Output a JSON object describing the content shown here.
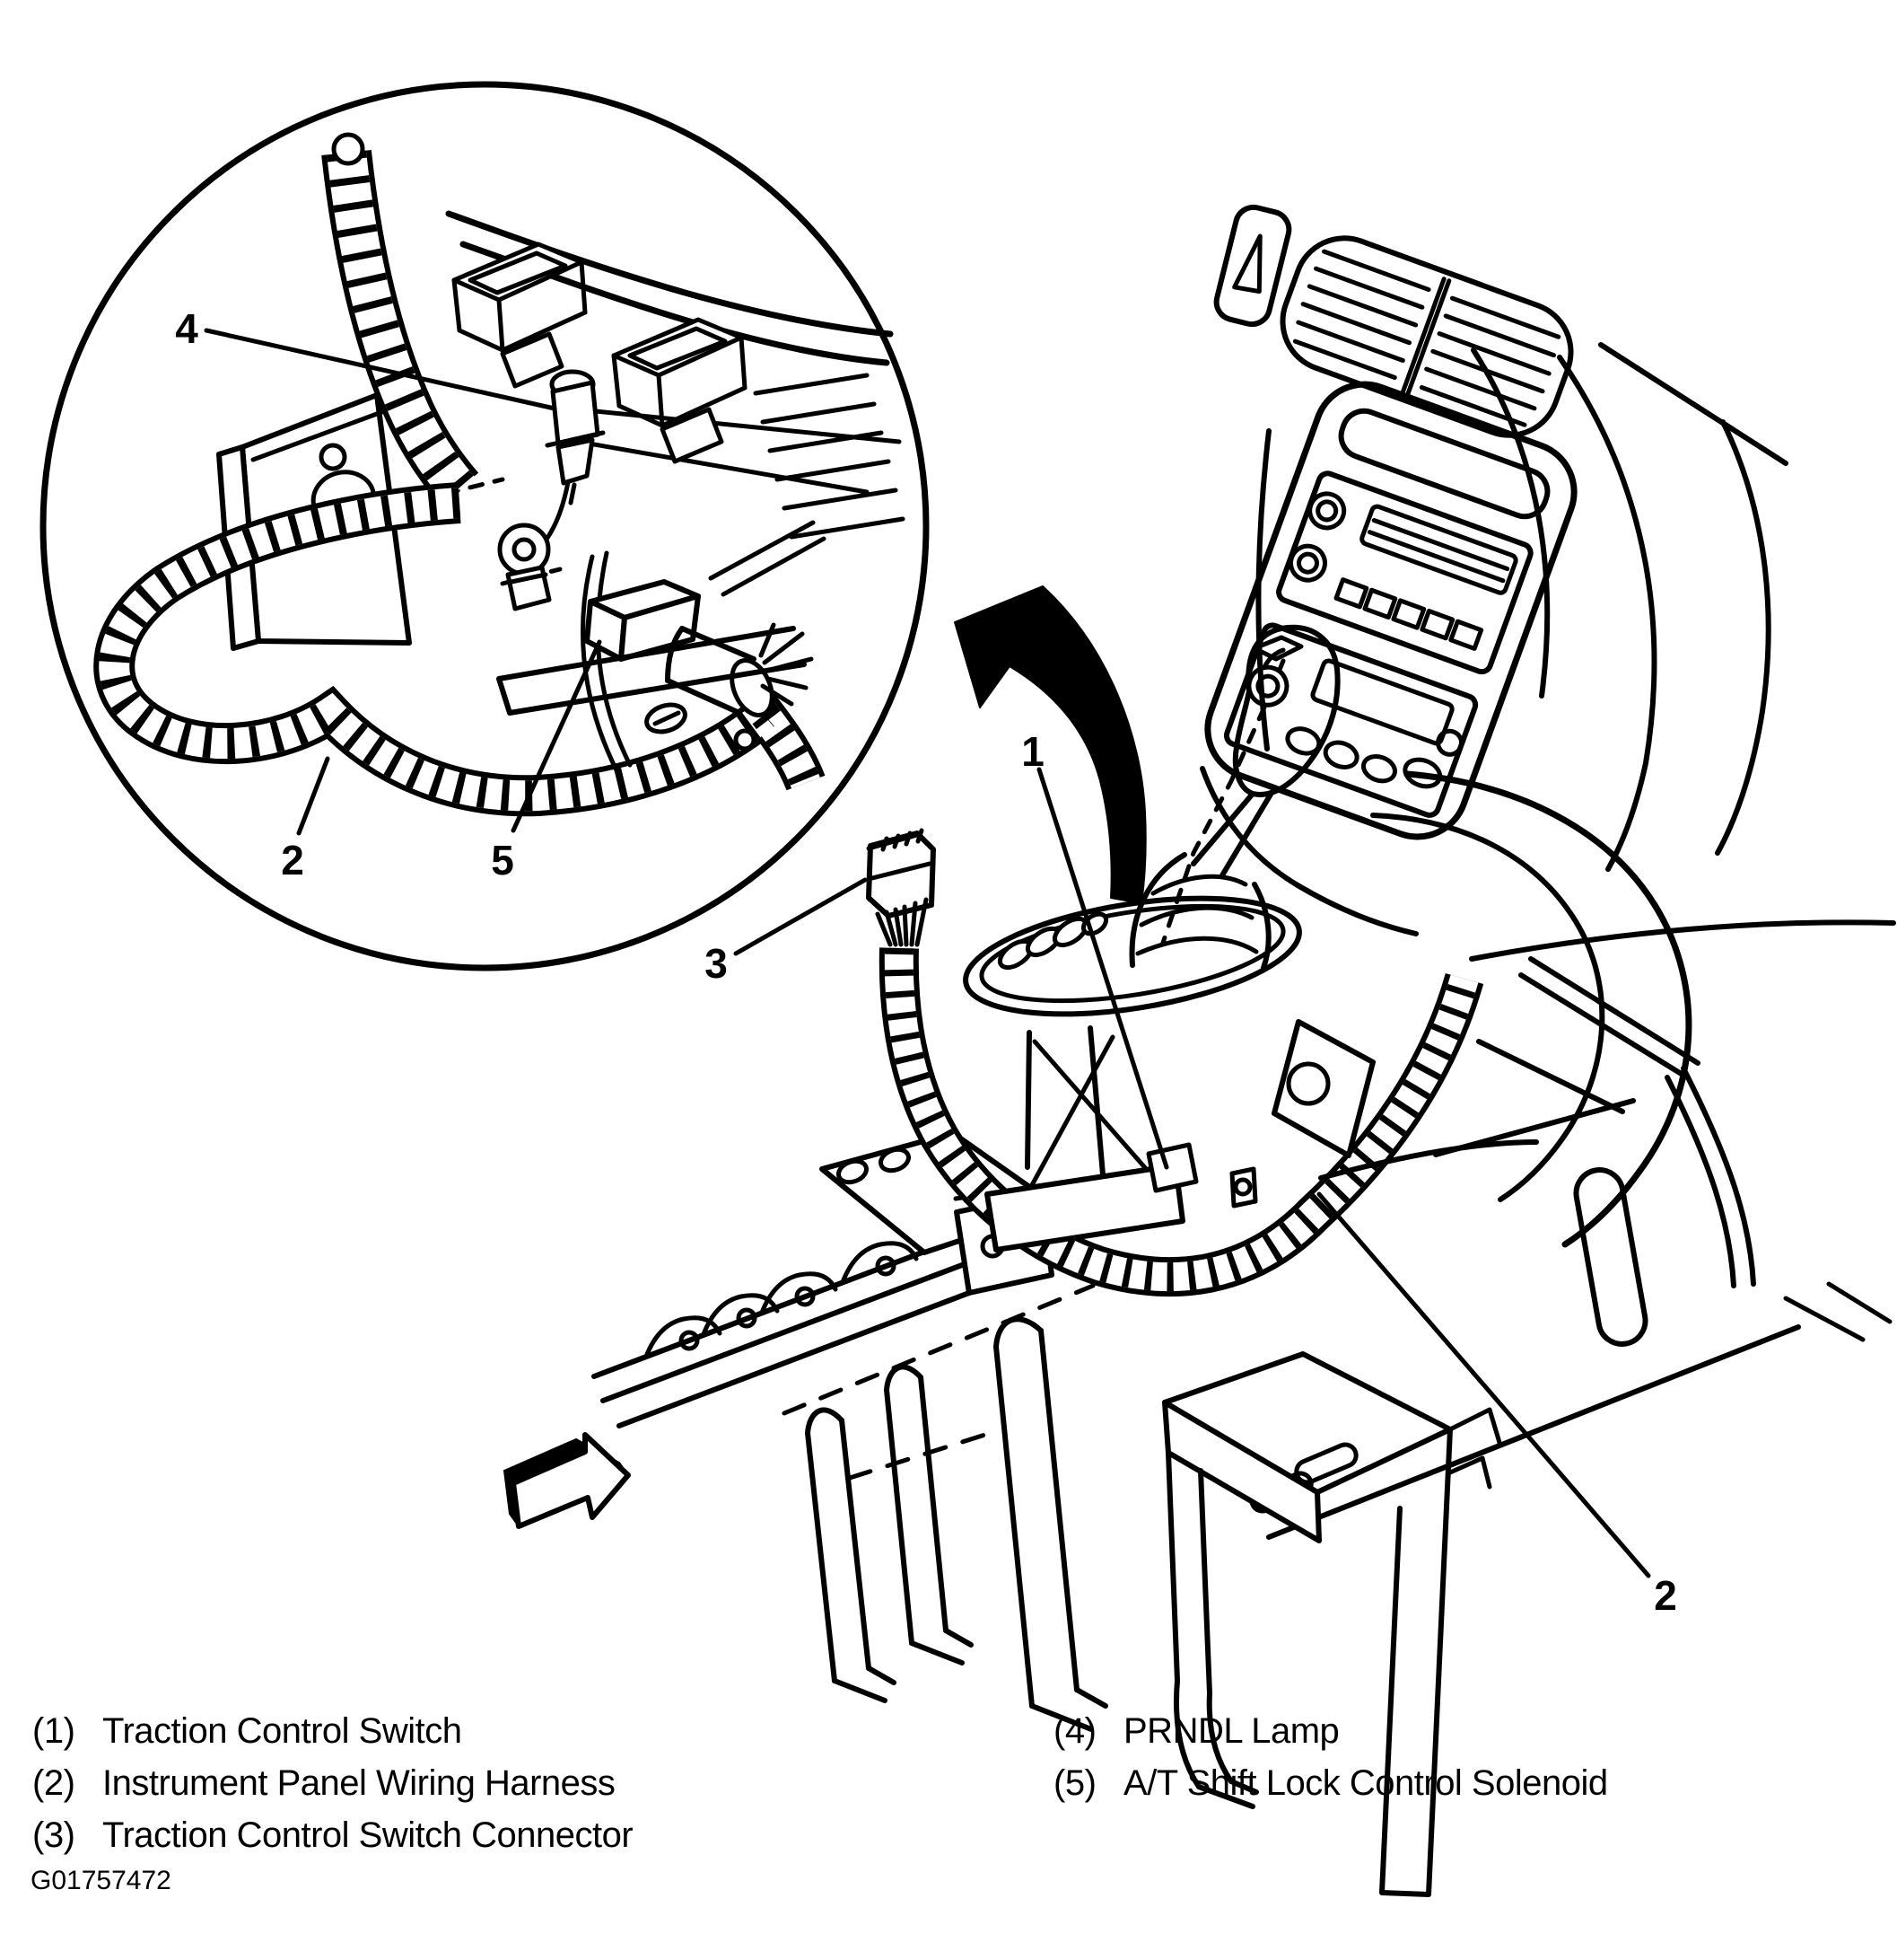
{
  "figure": {
    "id": "G01757472"
  },
  "callouts": {
    "inset_prndl_lamp": "4",
    "inset_harness": "2",
    "inset_solenoid": "5",
    "main_switch": "1",
    "main_connector": "3",
    "main_harness": "2"
  },
  "legend": {
    "left": [
      {
        "num": "(1)",
        "label": "Traction Control Switch"
      },
      {
        "num": "(2)",
        "label": "Instrument Panel Wiring Harness"
      },
      {
        "num": "(3)",
        "label": "Traction Control Switch Connector"
      }
    ],
    "right": [
      {
        "num": "(4)",
        "label": "PRNDL Lamp"
      },
      {
        "num": "(5)",
        "label": "A/T Shift Lock Control Solenoid"
      }
    ]
  },
  "colors": {
    "ink": "#000000",
    "paper": "#ffffff"
  }
}
